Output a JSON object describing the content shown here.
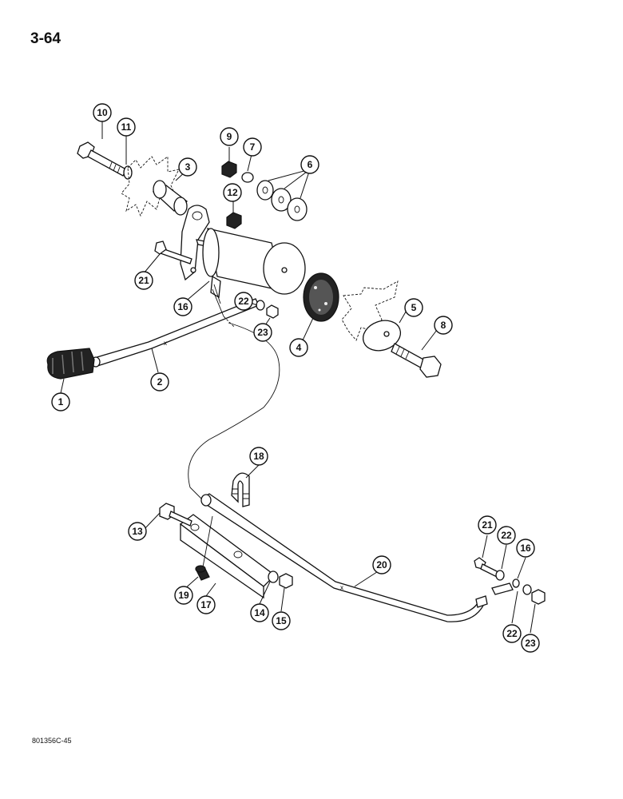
{
  "page_number": "3-64",
  "figure_code": "801356C-45",
  "callouts": [
    {
      "id": "c1",
      "label": "1"
    },
    {
      "id": "c2",
      "label": "2"
    },
    {
      "id": "c3",
      "label": "3"
    },
    {
      "id": "c4",
      "label": "4"
    },
    {
      "id": "c5",
      "label": "5"
    },
    {
      "id": "c6",
      "label": "6"
    },
    {
      "id": "c7",
      "label": "7"
    },
    {
      "id": "c8",
      "label": "8"
    },
    {
      "id": "c9",
      "label": "9"
    },
    {
      "id": "c10",
      "label": "10"
    },
    {
      "id": "c11",
      "label": "11"
    },
    {
      "id": "c12",
      "label": "12"
    },
    {
      "id": "c13",
      "label": "13"
    },
    {
      "id": "c14",
      "label": "14"
    },
    {
      "id": "c15",
      "label": "15"
    },
    {
      "id": "c16a",
      "label": "16"
    },
    {
      "id": "c16b",
      "label": "16"
    },
    {
      "id": "c17",
      "label": "17"
    },
    {
      "id": "c18",
      "label": "18"
    },
    {
      "id": "c19",
      "label": "19"
    },
    {
      "id": "c20",
      "label": "20"
    },
    {
      "id": "c21a",
      "label": "21"
    },
    {
      "id": "c21b",
      "label": "21"
    },
    {
      "id": "c22a",
      "label": "22"
    },
    {
      "id": "c22b",
      "label": "22"
    },
    {
      "id": "c22c",
      "label": "22"
    },
    {
      "id": "c23a",
      "label": "23"
    },
    {
      "id": "c23b",
      "label": "23"
    }
  ]
}
